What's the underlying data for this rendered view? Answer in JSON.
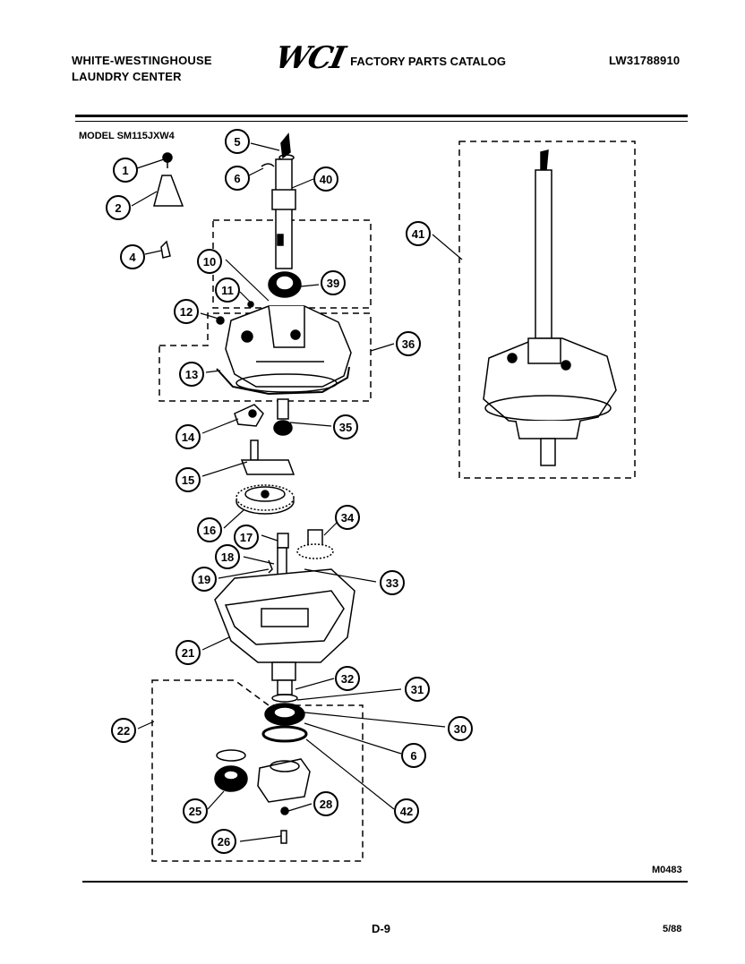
{
  "header": {
    "brand_line1": "WHITE-WESTINGHOUSE",
    "brand_line2": "LAUNDRY CENTER",
    "logo": "WCI",
    "catalog_title": "FACTORY PARTS CATALOG",
    "catalog_number": "LW31788910"
  },
  "model_label": "MODEL SM115JXW4",
  "footer": {
    "figure_code": "M0483",
    "page_number": "D-9",
    "date": "5/88"
  },
  "callouts": [
    {
      "id": "c1",
      "label": "1"
    },
    {
      "id": "c2",
      "label": "2"
    },
    {
      "id": "c4",
      "label": "4"
    },
    {
      "id": "c5",
      "label": "5"
    },
    {
      "id": "c6a",
      "label": "6"
    },
    {
      "id": "c40",
      "label": "40"
    },
    {
      "id": "c41",
      "label": "41"
    },
    {
      "id": "c10",
      "label": "10"
    },
    {
      "id": "c39",
      "label": "39"
    },
    {
      "id": "c11",
      "label": "11"
    },
    {
      "id": "c12",
      "label": "12"
    },
    {
      "id": "c36",
      "label": "36"
    },
    {
      "id": "c13",
      "label": "13"
    },
    {
      "id": "c14",
      "label": "14"
    },
    {
      "id": "c35",
      "label": "35"
    },
    {
      "id": "c15",
      "label": "15"
    },
    {
      "id": "c16",
      "label": "16"
    },
    {
      "id": "c34",
      "label": "34"
    },
    {
      "id": "c17",
      "label": "17"
    },
    {
      "id": "c18",
      "label": "18"
    },
    {
      "id": "c19",
      "label": "19"
    },
    {
      "id": "c33",
      "label": "33"
    },
    {
      "id": "c21",
      "label": "21"
    },
    {
      "id": "c32",
      "label": "32"
    },
    {
      "id": "c31",
      "label": "31"
    },
    {
      "id": "c22",
      "label": "22"
    },
    {
      "id": "c30",
      "label": "30"
    },
    {
      "id": "c6b",
      "label": "6"
    },
    {
      "id": "c25",
      "label": "25"
    },
    {
      "id": "c28",
      "label": "28"
    },
    {
      "id": "c42",
      "label": "42"
    },
    {
      "id": "c26",
      "label": "26"
    }
  ]
}
